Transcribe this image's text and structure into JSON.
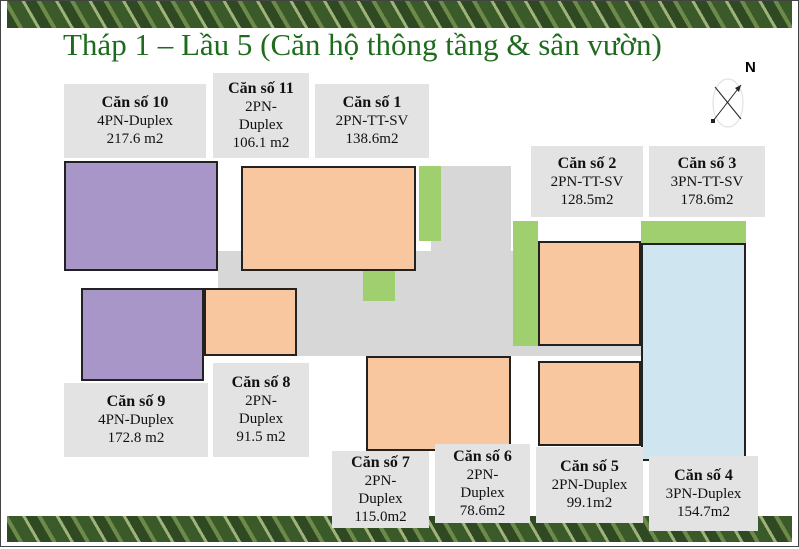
{
  "title": "Tháp 1 – Lầu 5 (Căn hộ thông tầng & sân vườn)",
  "compass": {
    "label": "N"
  },
  "units": [
    {
      "name": "Căn số 10",
      "type": "4PN-Duplex",
      "area": "217.6 m2"
    },
    {
      "name": "Căn số 11",
      "type": "2PN-Duplex",
      "area": "106.1 m2"
    },
    {
      "name": "Căn số 1",
      "type": "2PN-TT-SV",
      "area": "138.6m2"
    },
    {
      "name": "Căn số 2",
      "type": "2PN-TT-SV",
      "area": "128.5m2"
    },
    {
      "name": "Căn số 3",
      "type": "3PN-TT-SV",
      "area": "178.6m2"
    },
    {
      "name": "Căn số 9",
      "type": "4PN-Duplex",
      "area": "172.8 m2"
    },
    {
      "name": "Căn số 8",
      "type": "2PN-Duplex",
      "area": "91.5 m2"
    },
    {
      "name": "Căn số 7",
      "type": "2PN-Duplex",
      "area": "115.0m2"
    },
    {
      "name": "Căn số 6",
      "type": "2PN-Duplex",
      "area": "78.6m2"
    },
    {
      "name": "Căn số 5",
      "type": "2PN-Duplex",
      "area": "99.1m2"
    },
    {
      "name": "Căn số 4",
      "type": "3PN-Duplex",
      "area": "154.7m2"
    }
  ],
  "colors": {
    "title": "#1e6b1e",
    "purple": "#a996c8",
    "orange": "#f8c7a0",
    "blue": "#cfe6f0",
    "green": "#9fcf6e"
  }
}
